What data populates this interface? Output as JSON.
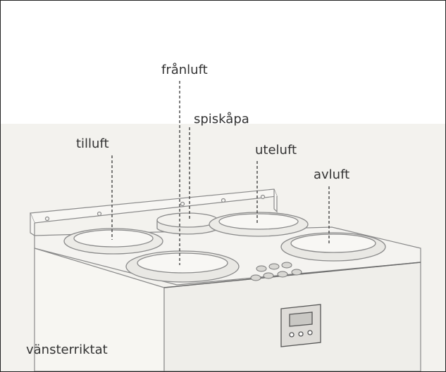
{
  "labels": {
    "franluft": "frånluft",
    "spiskapa": "spiskåpa",
    "tilluft": "tilluft",
    "uteluft": "uteluft",
    "avluft": "avluft"
  },
  "orientation": "vänsterriktat",
  "colors": {
    "background": "#ffffff",
    "unit_light": "#f6f5f2",
    "outline": "#8a8a8a",
    "leader": "#444444"
  }
}
